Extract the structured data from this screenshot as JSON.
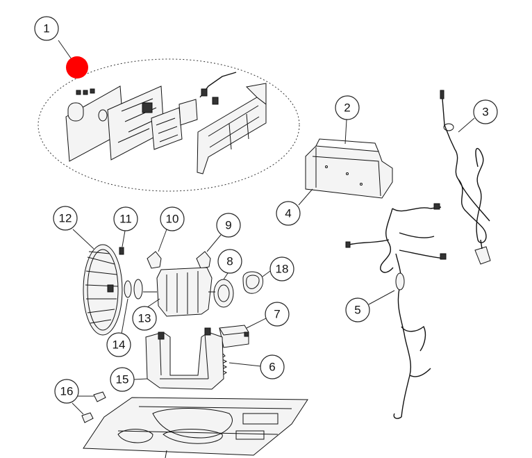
{
  "diagram": {
    "selected_marker_color": "#ff0000",
    "callouts": [
      {
        "id": "c1",
        "label": "1"
      },
      {
        "id": "c2",
        "label": "2"
      },
      {
        "id": "c3",
        "label": "3"
      },
      {
        "id": "c4",
        "label": "4"
      },
      {
        "id": "c5",
        "label": "5"
      },
      {
        "id": "c6",
        "label": "6"
      },
      {
        "id": "c7",
        "label": "7"
      },
      {
        "id": "c8",
        "label": "8"
      },
      {
        "id": "c9",
        "label": "9"
      },
      {
        "id": "c10",
        "label": "10"
      },
      {
        "id": "c11",
        "label": "11"
      },
      {
        "id": "c12",
        "label": "12"
      },
      {
        "id": "c13",
        "label": "13"
      },
      {
        "id": "c14",
        "label": "14"
      },
      {
        "id": "c15",
        "label": "15"
      },
      {
        "id": "c16",
        "label": "16"
      },
      {
        "id": "c18",
        "label": "18"
      }
    ]
  }
}
